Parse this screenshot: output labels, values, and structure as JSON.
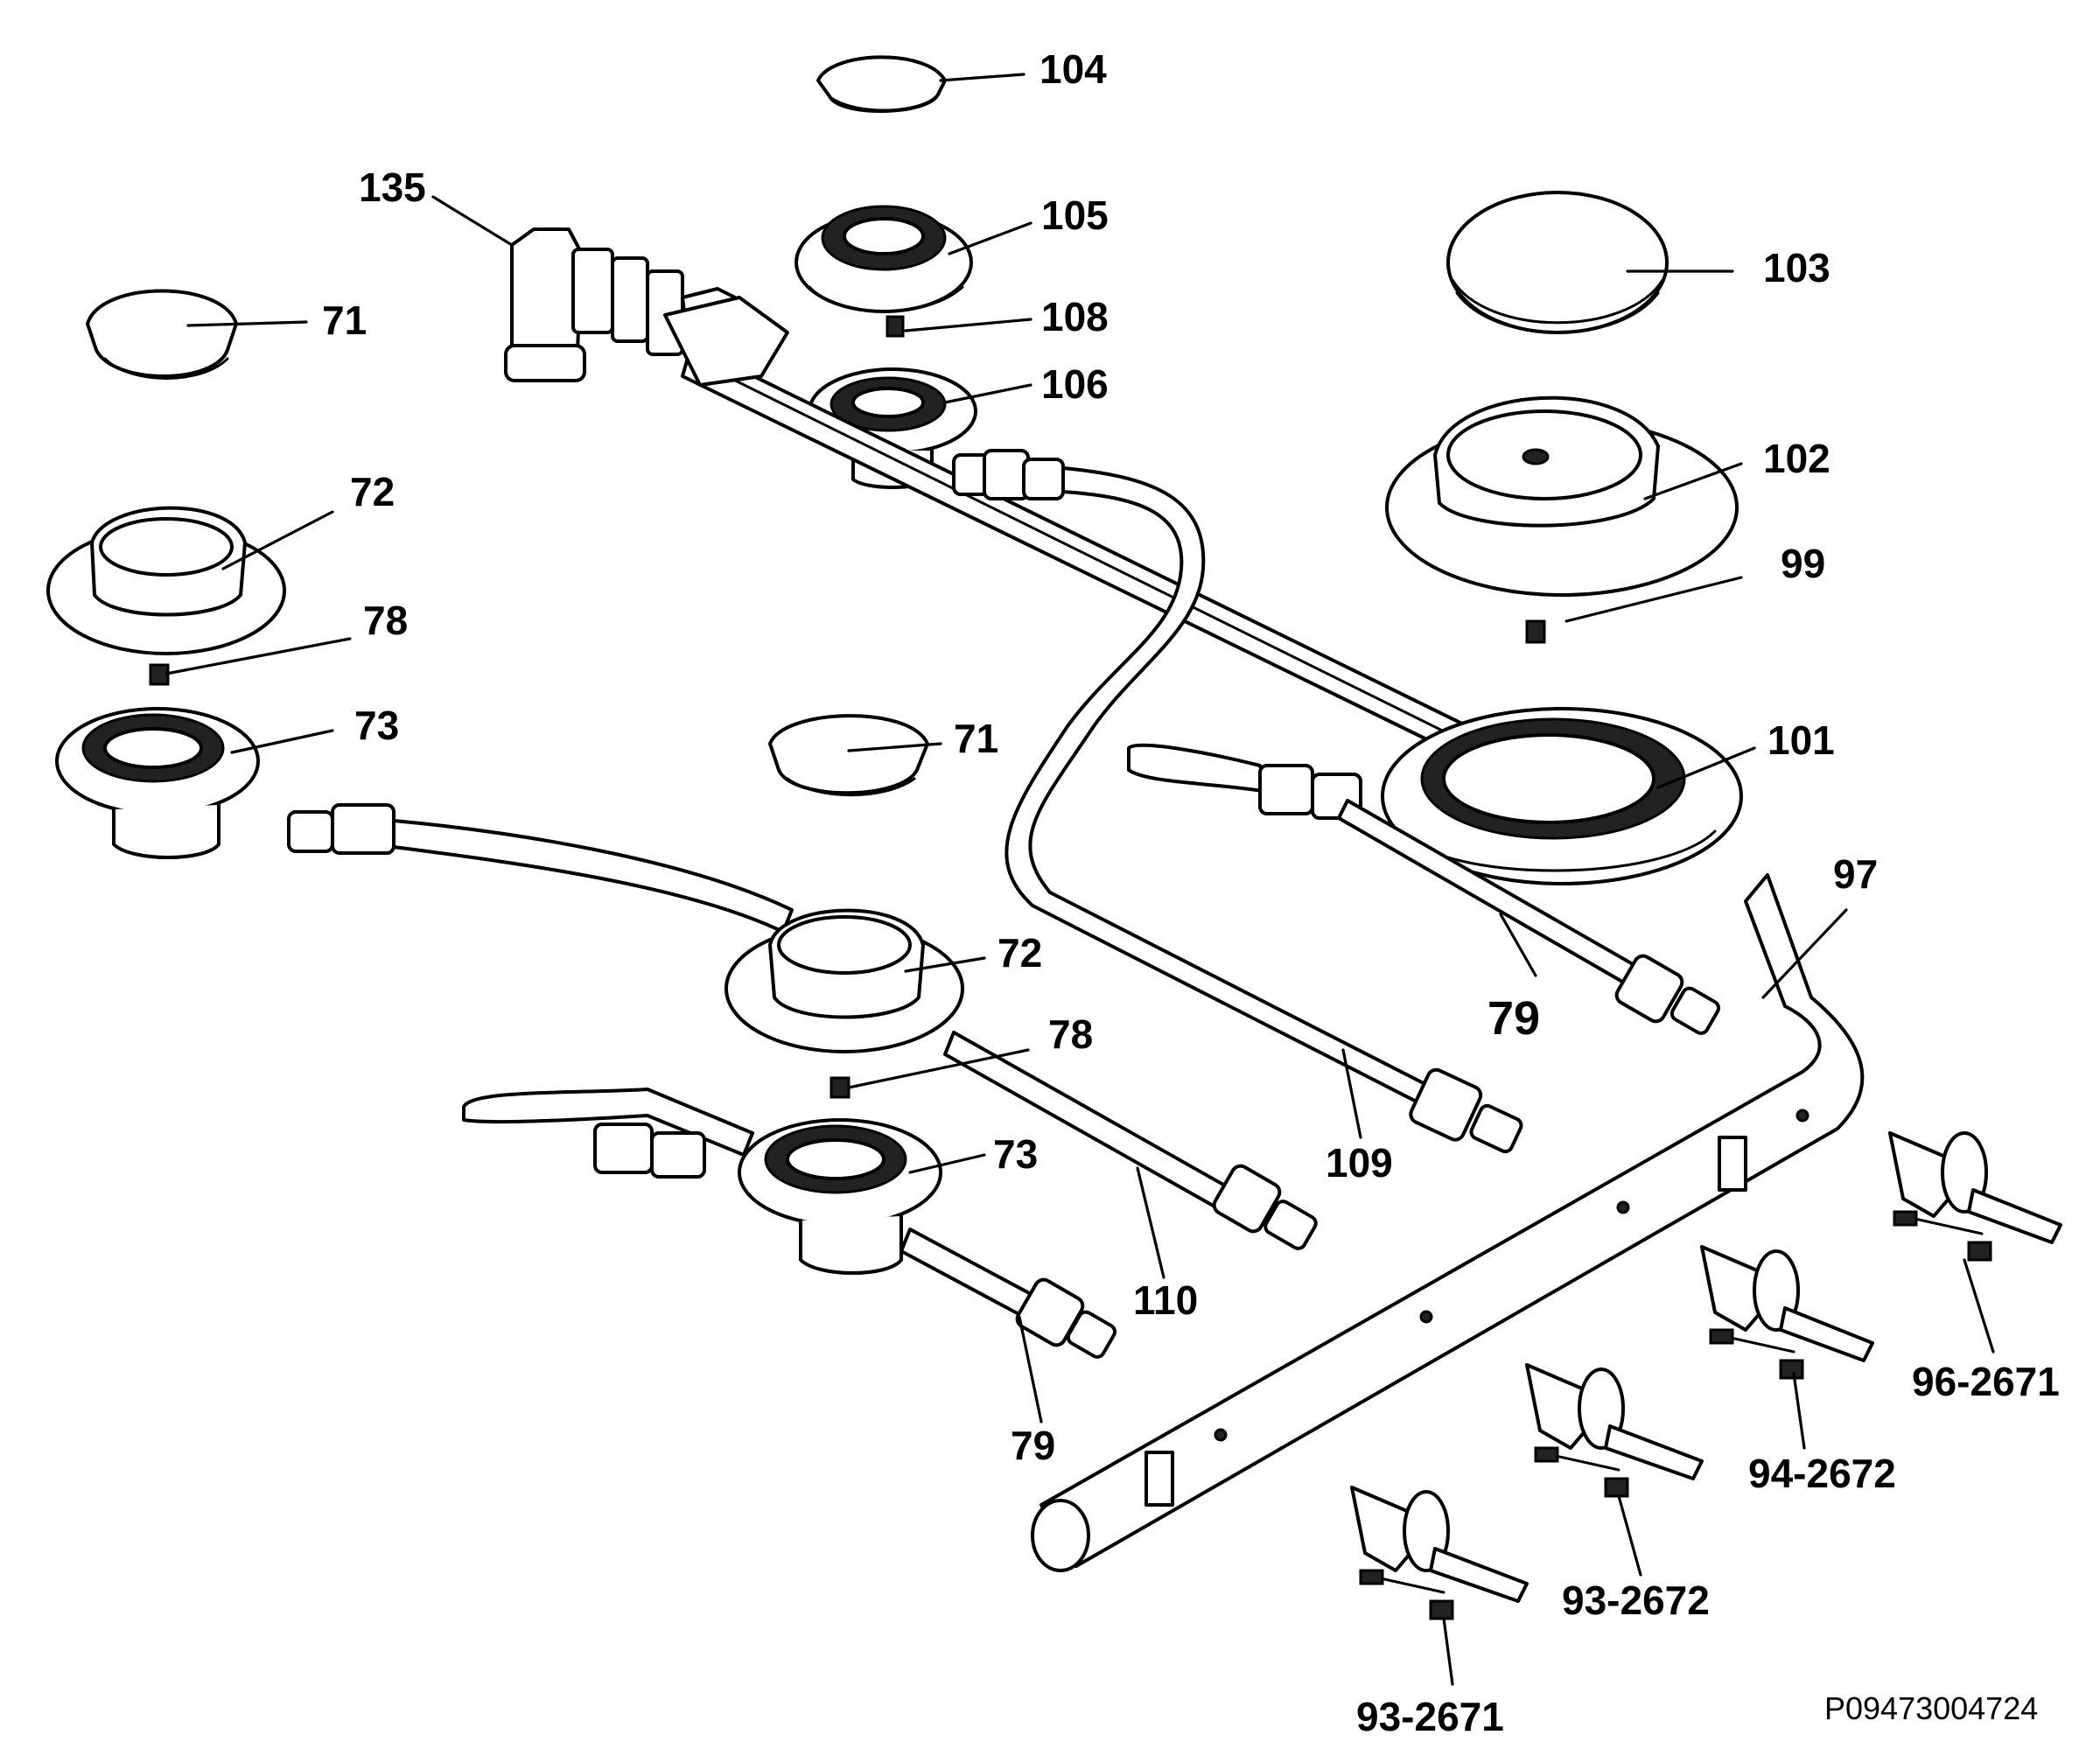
{
  "labels": {
    "l104": "104",
    "l135": "135",
    "l105": "105",
    "l103": "103",
    "l71a": "71",
    "l108": "108",
    "l106": "106",
    "l72a": "72",
    "l102": "102",
    "l99": "99",
    "l78a": "78",
    "l73a": "73",
    "l101": "101",
    "l71b": "71",
    "l97": "97",
    "l72b": "72",
    "l79a": "79",
    "l78b": "78",
    "l109": "109",
    "l73b": "73",
    "l96_2671": "96-2671",
    "l110": "110",
    "l94_2672": "94-2672",
    "l79b": "79",
    "l93_2672": "93-2672",
    "l93_2671": "93-2671"
  },
  "reference_code": "P09473004724"
}
